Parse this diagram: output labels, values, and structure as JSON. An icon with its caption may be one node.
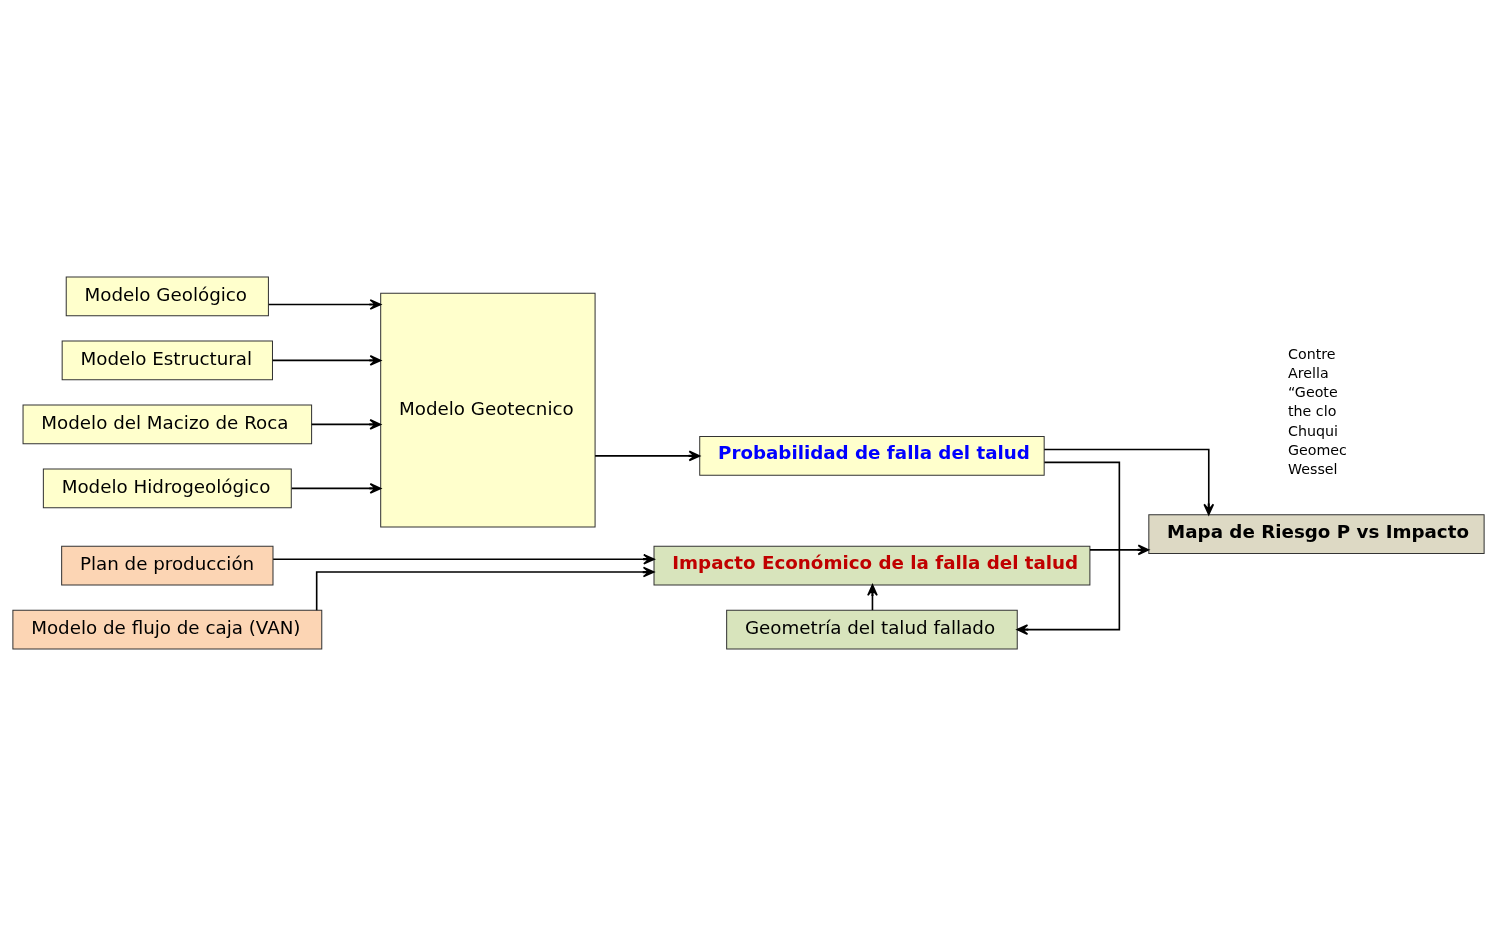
{
  "diagram": {
    "nodes": [
      {
        "text": [
          "Modelo Geológico"
        ]
      },
      {
        "text": [
          "Modelo Estructural"
        ]
      },
      {
        "text": [
          "Modelo del Macizo de Roca"
        ]
      },
      {
        "text": [
          "Modelo Hidrogeológico"
        ]
      },
      {
        "text": [
          "Modelo Geotecnico"
        ]
      },
      {
        "text": [
          "Probabilidad de falla del talud"
        ]
      },
      {
        "text": [
          "Geometría del talud fallado"
        ]
      },
      {
        "text": [
          "Mapa de Riesgo P vs Impacto"
        ]
      },
      {
        "text": [
          "Plan de producción"
        ]
      },
      {
        "text": [
          "Modelo de flujo de caja (VAN)"
        ]
      },
      {
        "text": [
          "Impacto Económico de la falla del talud"
        ]
      }
    ],
    "edges": [
      {
        "from": 0,
        "to": 4,
        "arrow": "to"
      },
      {
        "from": 1,
        "to": 4,
        "arrow": "to"
      },
      {
        "from": 2,
        "to": 4,
        "arrow": "to"
      },
      {
        "from": 3,
        "to": 4,
        "arrow": "to"
      },
      {
        "from": 4,
        "to": 5,
        "arrow": "to"
      },
      {
        "from": 5,
        "to": 6,
        "arrow": "to"
      },
      {
        "from": 5,
        "to": 7,
        "arrow": "to"
      },
      {
        "from": 6,
        "to": 10,
        "arrow": "to"
      },
      {
        "from": 8,
        "to": 10,
        "arrow": "to"
      },
      {
        "from": 9,
        "to": 10,
        "arrow": "to"
      },
      {
        "from": 10,
        "to": 7,
        "arrow": "to"
      }
    ],
    "labels": [
      "Contre",
      "Arella",
      "“Geote",
      "the clo",
      "Chuqui",
      "Geomec",
      "Wessel"
    ]
  }
}
